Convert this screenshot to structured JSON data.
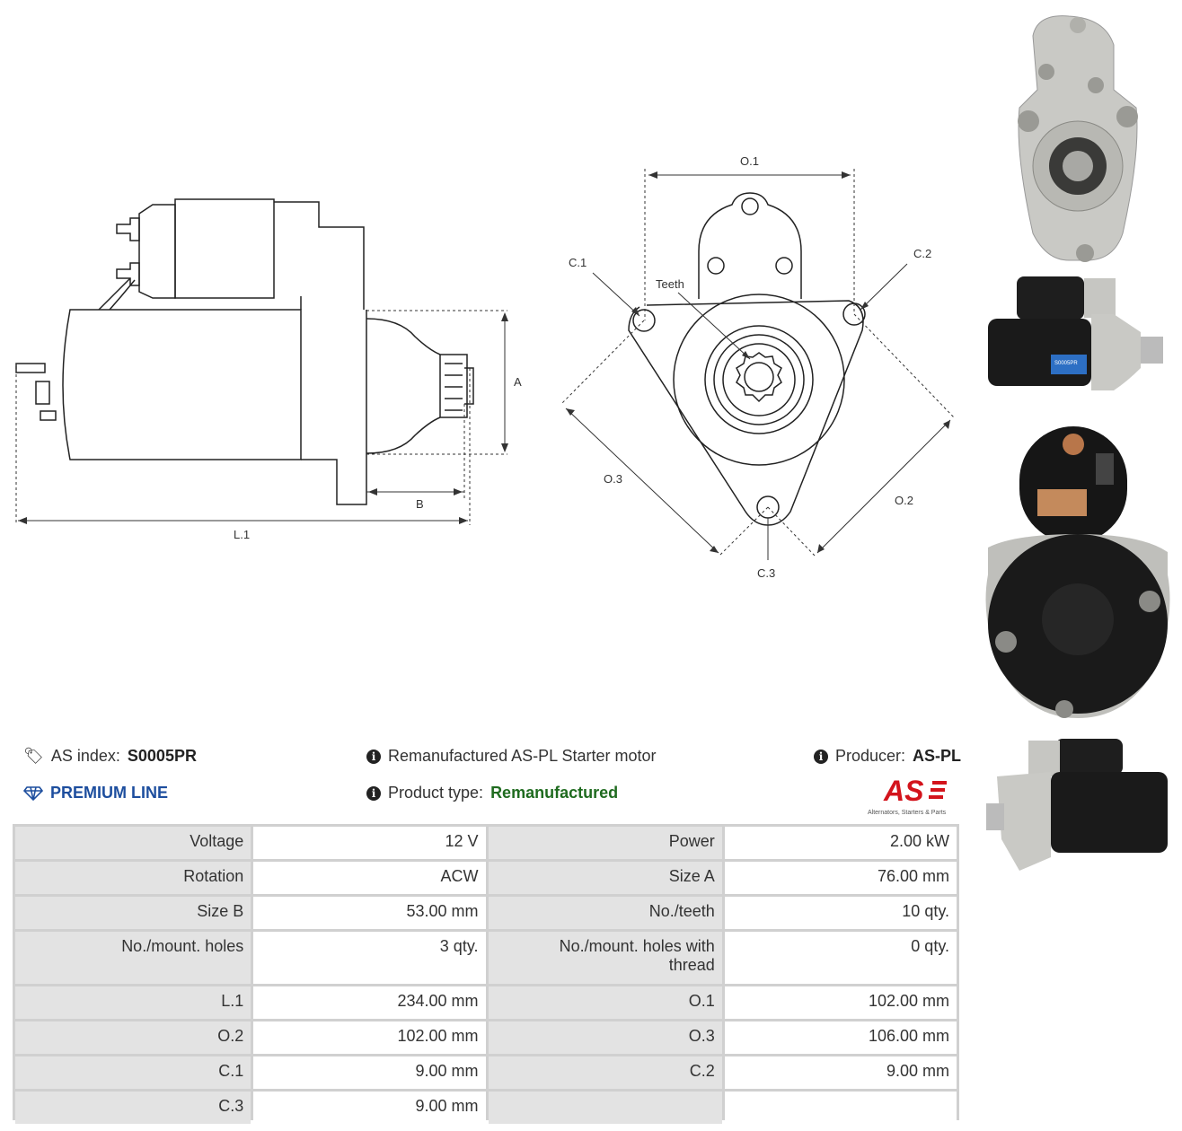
{
  "drawings": {
    "side_labels": {
      "a": "A",
      "b": "B",
      "l1": "L.1"
    },
    "front_labels": {
      "o1": "O.1",
      "o2": "O.2",
      "o3": "O.3",
      "c1": "C.1",
      "c2": "C.2",
      "c3": "C.3",
      "teeth": "Teeth"
    }
  },
  "info": {
    "as_index_label": "AS index:",
    "as_index_value": "S0005PR",
    "premium": "PREMIUM LINE",
    "description": "Remanufactured AS-PL Starter motor",
    "product_type_label": "Product type:",
    "product_type_value": "Remanufactured",
    "producer_label": "Producer:",
    "producer_value": "AS-PL",
    "brand_logo": "AS",
    "brand_tagline": "Alternators, Starters & Parts",
    "label_sticker": "S0005PR"
  },
  "specs": [
    [
      "Voltage",
      "12 V",
      "Power",
      "2.00 kW"
    ],
    [
      "Rotation",
      "ACW",
      "Size A",
      "76.00 mm"
    ],
    [
      "Size B",
      "53.00 mm",
      "No./teeth",
      "10 qty."
    ],
    [
      "No./mount. holes",
      "3 qty.",
      "No./mount. holes with thread",
      "0 qty."
    ],
    [
      "L.1",
      "234.00 mm",
      "O.1",
      "102.00 mm"
    ],
    [
      "O.2",
      "102.00 mm",
      "O.3",
      "106.00 mm"
    ],
    [
      "C.1",
      "9.00 mm",
      "C.2",
      "9.00 mm"
    ],
    [
      "C.3",
      "9.00 mm",
      "",
      ""
    ]
  ],
  "colors": {
    "premium": "#1d4e9e",
    "remanufactured": "#1f6b1f",
    "brand_red": "#d3141c"
  }
}
